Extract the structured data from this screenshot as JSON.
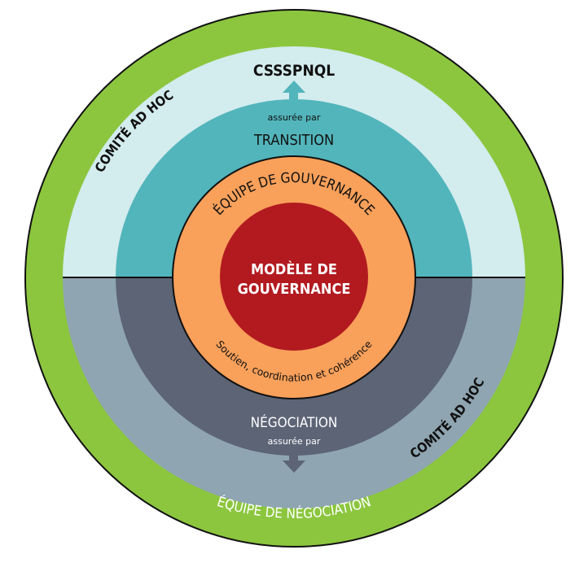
{
  "diagram": {
    "center_title_line1": "MODÈLE DE",
    "center_title_line2": "GOUVERNANCE",
    "governance_team_label": "ÉQUIPE DE GOUVERNANCE",
    "governance_team_subtitle": "Soutien, coordination et cohérence",
    "transition_label": "TRANSITION",
    "transition_assured_by": "assurée par",
    "transition_target": "CSSSPNQL",
    "negotiation_label": "NÉGOCIATION",
    "negotiation_assured_by": "assurée par",
    "negotiation_target": "ÉQUIPE DE NÉGOCIATION",
    "committee_label_top_left": "COMITÉ AD HOC",
    "committee_label_bottom_right": "COMITÉ AD HOC"
  },
  "colors": {
    "outer_green": "#8cc63f",
    "light_blue": "#d3ecee",
    "teal": "#52b5bb",
    "light_slate": "#8fa5b1",
    "dark_slate": "#5c6476",
    "orange": "#f9a05a",
    "red": "#b21a20",
    "outline": "#111111",
    "text_dark": "#111111",
    "text_light": "#ffffff"
  }
}
